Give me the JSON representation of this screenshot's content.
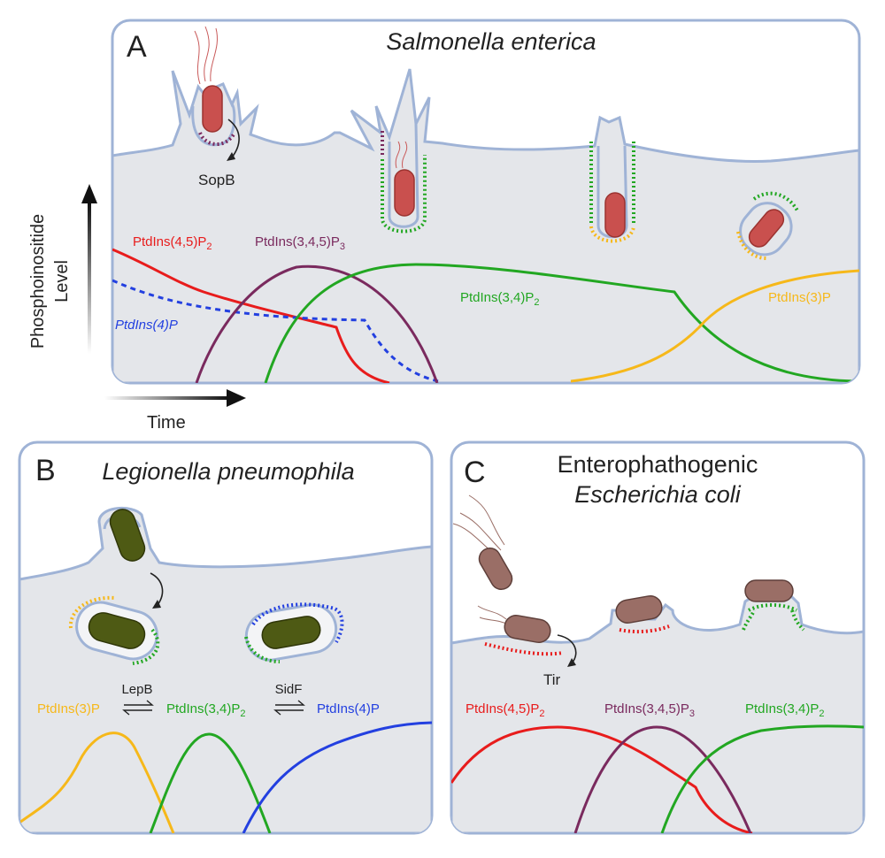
{
  "colors": {
    "panel_border": "#9fb3d6",
    "cell": "#e4e6ea",
    "membrane": "#9fb3d6",
    "pi45": "#e81c1c",
    "pi345": "#7a2a5e",
    "pi34": "#22a722",
    "pi3": "#f6b81a",
    "pi4": "#2340e0",
    "salmonella": "#c9504e",
    "legionella": "#4e5a14",
    "ecoli": "#9a6e66"
  },
  "panelA": {
    "letter": "A",
    "species": "Salmonella enterica",
    "effector": "SopB",
    "axis_y": "Phosphoinositide Level",
    "axis_y_line1": "Phosphoinositide",
    "axis_y_line2": "Level",
    "axis_x": "Time",
    "pi45_base": "PtdIns(4,5)P",
    "pi45_sub": "2",
    "pi345_base": "PtdIns(3,4,5)P",
    "pi345_sub": "3",
    "pi34_base": "PtdIns(3,4)P",
    "pi34_sub": "2",
    "pi3": "PtdIns(3)P",
    "pi4": "PtdIns(4)P"
  },
  "panelB": {
    "letter": "B",
    "species": "Legionella pneumophila",
    "enzyme1": "LepB",
    "enzyme2": "SidF",
    "pi3": "PtdIns(3)P",
    "pi34_base": "PtdIns(3,4)P",
    "pi34_sub": "2",
    "pi4": "PtdIns(4)P"
  },
  "panelC": {
    "letter": "C",
    "species_line1": "Enterophathogenic",
    "species_line2": "Escherichia coli",
    "effector": "Tir",
    "pi45_base": "PtdIns(4,5)P",
    "pi45_sub": "2",
    "pi345_base": "PtdIns(3,4,5)P",
    "pi345_sub": "3",
    "pi34_base": "PtdIns(3,4)P",
    "pi34_sub": "2"
  }
}
